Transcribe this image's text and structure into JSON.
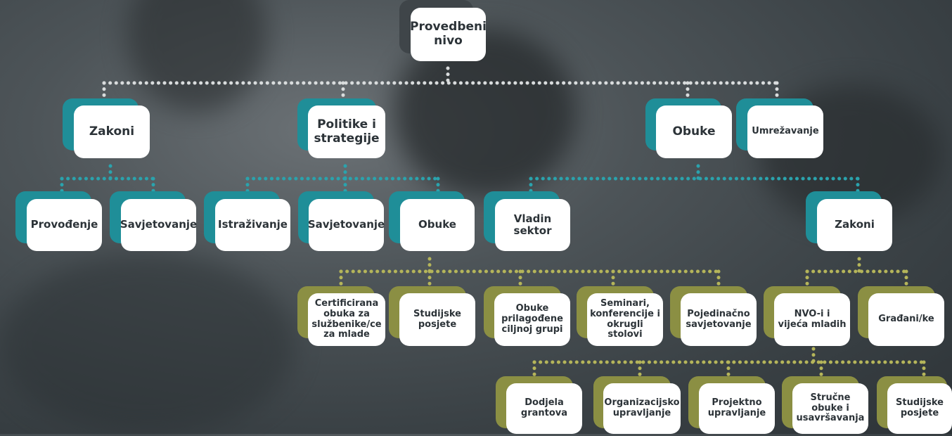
{
  "diagram": {
    "nodes": {
      "root": "Provedbeni\nnivo",
      "zakoni_top": "Zakoni",
      "politike": "Politike i\nstrategije",
      "obuke_top": "Obuke",
      "umrezavanje": "Umrežavanje",
      "provodenje": "Provođenje",
      "savjetovanje1": "Savjetovanje",
      "istrazivanje": "Istraživanje",
      "savjetovanje2": "Savjetovanje",
      "obuke_mid": "Obuke",
      "vladin_sektor": "Vladin\nsektor",
      "zakoni_mid": "Zakoni",
      "certificirana": "Certificirana\nobuka za\nslužbenike/ce\nza mlade",
      "studijske1": "Studijske\nposjete",
      "obuke_prilagodene": "Obuke\nprilagođene\nciljnoj grupi",
      "seminari": "Seminari,\nkonferencije i\nokrugli stolovi",
      "pojedinacno": "Pojedinačno\nsavjetovanje",
      "nvo": "NVO-i i\nvijeća mladih",
      "gradani": "Građani/ke",
      "dodjela": "Dodjela\ngrantova",
      "organizacijsko": "Organizacijsko\nupravljanje",
      "projektno": "Projektno\nupravljanje",
      "strucne": "Stručne\nobuke i\nusavršavanja",
      "studijske2": "Studijske\nposjete"
    },
    "colors": {
      "teal": "#1f8e98",
      "olive": "#8b8f43",
      "grey_dots": "#d9dcdd",
      "teal_dots": "#2aa3ad",
      "olive_dots": "#b5b55a"
    }
  }
}
